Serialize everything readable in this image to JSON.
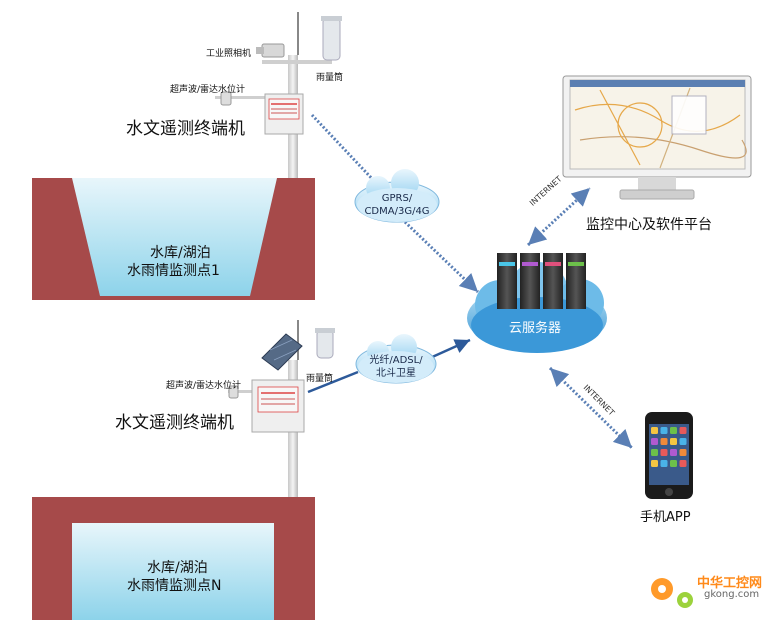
{
  "site1": {
    "camera_label": "工业照相机",
    "rain_gauge_label": "雨量筒",
    "level_sensor_label": "超声波/雷达水位计",
    "terminal_label": "水文遥测终端机",
    "reservoir_line1": "水库/湖泊",
    "reservoir_line2": "水雨情监测点1",
    "link_label_line1": "GPRS/",
    "link_label_line2": "CDMA/3G/4G"
  },
  "site2": {
    "rain_gauge_label": "雨量筒",
    "level_sensor_label": "超声波/雷达水位计",
    "terminal_label": "水文遥测终端机",
    "reservoir_line1": "水库/湖泊",
    "reservoir_line2": "水雨情监测点N",
    "link_label_line1": "光纤/ADSL/",
    "link_label_line2": "北斗卫星"
  },
  "cloud": {
    "label": "云服务器"
  },
  "monitor": {
    "label": "监控中心及软件平台",
    "link_label": "INTERNET"
  },
  "phone": {
    "label": "手机APP",
    "link_label": "INTERNET"
  },
  "watermark": {
    "line1": "中华工控网",
    "line2": "gkong.com"
  },
  "colors": {
    "soil": "#a64a4a",
    "water_top": "#e8f6fb",
    "water_bottom": "#8dd3ea",
    "cloud": "#3fa0dc",
    "arrow": "#2d5a9a"
  }
}
